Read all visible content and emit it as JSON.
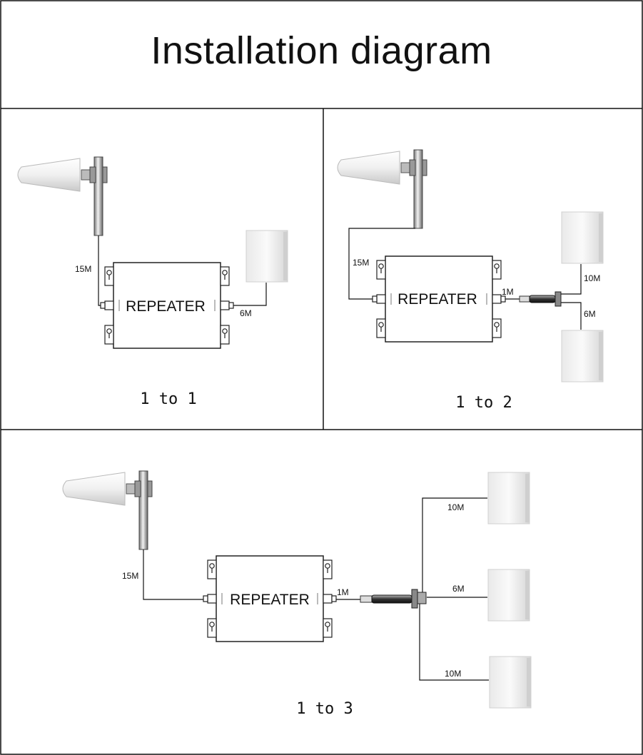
{
  "title": "Installation diagram",
  "repeater_label": "REPEATER",
  "panels": [
    {
      "caption": "1 to 1",
      "cables": {
        "outdoor": "15M",
        "indoor": "6M"
      }
    },
    {
      "caption": "1 to 2",
      "cables": {
        "outdoor": "15M",
        "splitter": "1M",
        "indoor_top": "10M",
        "indoor_bottom": "6M"
      }
    },
    {
      "caption": "1 to 3",
      "cables": {
        "outdoor": "15M",
        "splitter": "1M",
        "indoor_top": "10M",
        "indoor_middle": "6M",
        "indoor_bottom": "10M"
      }
    }
  ]
}
